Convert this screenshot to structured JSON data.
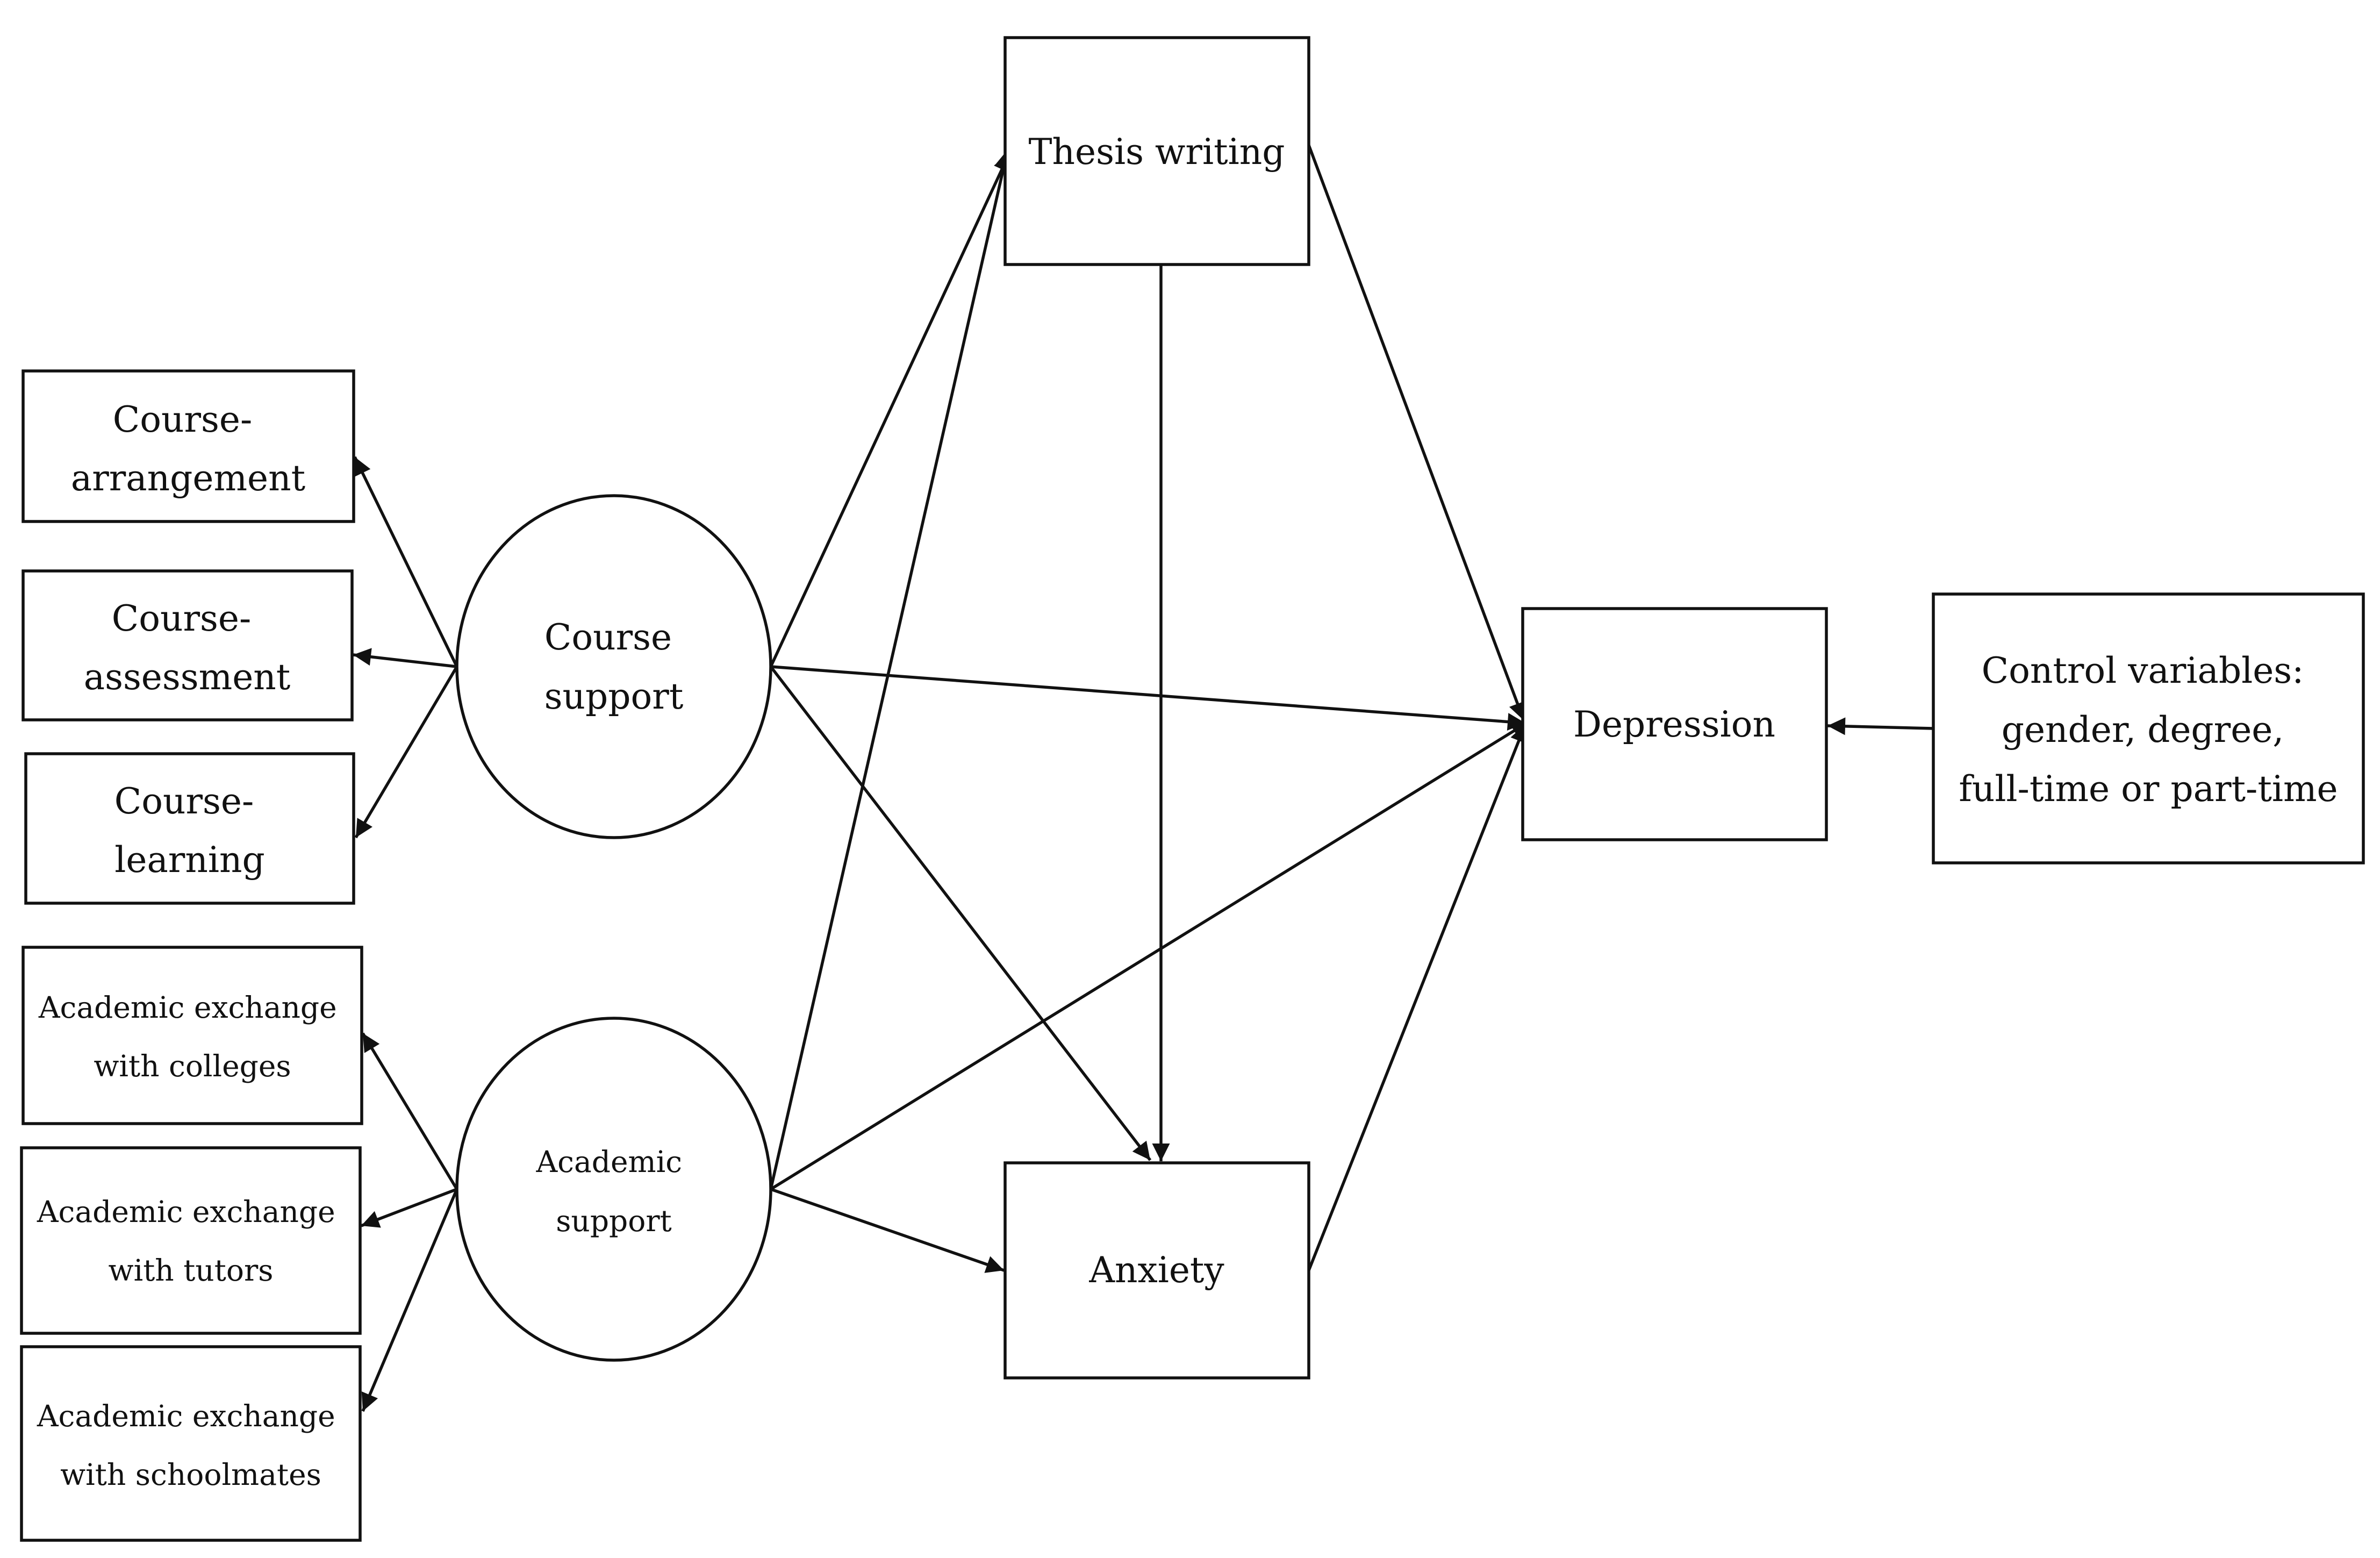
{
  "colors": {
    "stroke": "#111111",
    "fill": "#ffffff",
    "text": "#111111"
  },
  "nodes": {
    "course_arrangement": [
      "Course-",
      "arrangement"
    ],
    "course_assessment": [
      "Course-",
      "assessment"
    ],
    "course_learning": [
      "Course-",
      "learning"
    ],
    "academic_exchange_colleges": [
      "Academic exchange",
      "with colleges"
    ],
    "academic_exchange_tutors": [
      "Academic exchange",
      "with tutors"
    ],
    "academic_exchange_schoolmates": [
      "Academic exchange",
      "with schoolmates"
    ],
    "course_support": [
      "Course",
      "support"
    ],
    "academic_support": [
      "Academic",
      "support"
    ],
    "thesis_writing": [
      "Thesis writing"
    ],
    "anxiety": [
      "Anxiety"
    ],
    "depression": [
      "Depression"
    ],
    "control_variables": [
      "Control variables:",
      "gender, degree,",
      "full-time or part-time"
    ]
  },
  "edges": [
    {
      "from": "course_support",
      "to": "course_arrangement"
    },
    {
      "from": "course_support",
      "to": "course_assessment"
    },
    {
      "from": "course_support",
      "to": "course_learning"
    },
    {
      "from": "academic_support",
      "to": "academic_exchange_colleges"
    },
    {
      "from": "academic_support",
      "to": "academic_exchange_tutors"
    },
    {
      "from": "academic_support",
      "to": "academic_exchange_schoolmates"
    },
    {
      "from": "course_support",
      "to": "thesis_writing"
    },
    {
      "from": "academic_support",
      "to": "thesis_writing"
    },
    {
      "from": "course_support",
      "to": "depression"
    },
    {
      "from": "course_support",
      "to": "anxiety"
    },
    {
      "from": "academic_support",
      "to": "depression"
    },
    {
      "from": "academic_support",
      "to": "anxiety"
    },
    {
      "from": "thesis_writing",
      "to": "anxiety"
    },
    {
      "from": "thesis_writing",
      "to": "depression"
    },
    {
      "from": "anxiety",
      "to": "depression"
    },
    {
      "from": "control_variables",
      "to": "depression"
    }
  ]
}
